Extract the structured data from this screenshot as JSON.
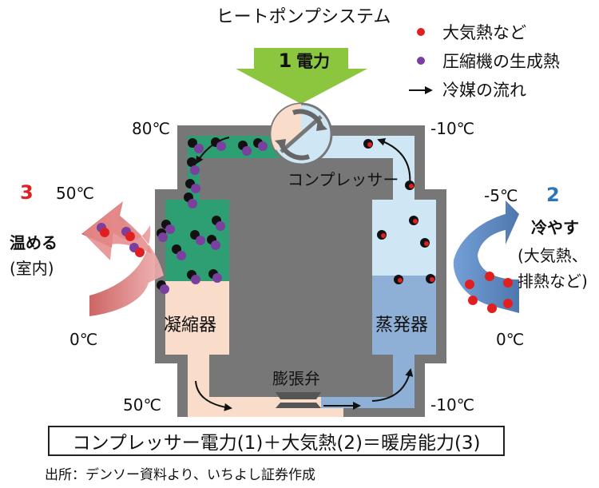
{
  "title": "ヒートポンプシステム",
  "power": {
    "number": "1",
    "label": "電力"
  },
  "legend": [
    {
      "label": "大気熱など",
      "color": "#e02020"
    },
    {
      "label": "圧縮機の生成熱",
      "color": "#7b3fa0"
    },
    {
      "label": "冷媒の流れ"
    }
  ],
  "compressor_label": "コンプレッサー",
  "condenser_label": "凝縮器",
  "evaporator_label": "蒸発器",
  "valve_label": "膨張弁",
  "temps": {
    "top_left": "80℃",
    "top_right": "-10℃",
    "left_in": "50℃",
    "left_out": "0℃",
    "right_in": "-5℃",
    "right_out": "0℃",
    "bottom_left": "50℃",
    "bottom_right": "-10℃"
  },
  "heat": {
    "number": "3",
    "label": "温める",
    "sub": "(室内)",
    "color": "#e02020"
  },
  "cool": {
    "number": "2",
    "label": "冷やす",
    "sub1": "(大気熱、",
    "sub2": "排熱など)",
    "color": "#2e75b6"
  },
  "formula": "コンプレッサー電力(1)＋大気熱(2)＝暖房能力(3)",
  "source": "出所：デンソー資料より、いちよし証券作成",
  "colors": {
    "frame": "#777777",
    "condenser_gas": "#2e9e73",
    "condenser_liquid": "#f9dcc9",
    "evaporator_gas": "#cfe7f5",
    "evaporator_liquid": "#8fb0d6",
    "power_arrow": "#8cc63f"
  }
}
